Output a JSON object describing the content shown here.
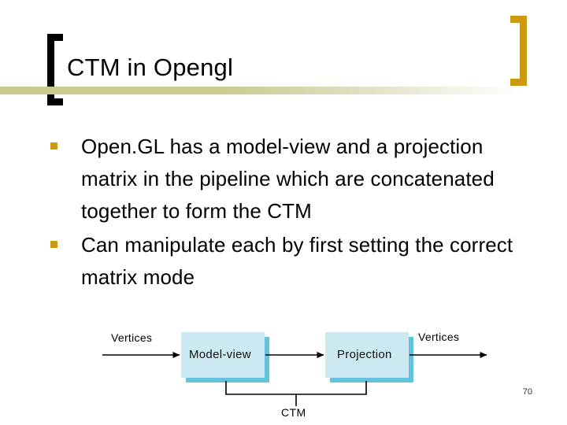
{
  "slide": {
    "title": "CTM in Opengl",
    "page_number": "70",
    "background_color": "#ffffff"
  },
  "decorations": {
    "bracket_left_color": "#000000",
    "bracket_right_color": "#cc9a11",
    "title_rule_color": "#c9c98e",
    "bullet_marker_color": "#cc9a11"
  },
  "body": {
    "bullets": [
      {
        "text": "Open.GL has a model-view and a projection matrix in the pipeline which are concatenated together to form the CTM"
      },
      {
        "text": "Can manipulate each by first setting the correct matrix mode"
      }
    ]
  },
  "diagram": {
    "type": "pipeline-flow",
    "box_fill_color": "#cde9f2",
    "box_shadow_color": "#62c3de",
    "boxes": [
      {
        "label": "Model-view"
      },
      {
        "label": "Projection"
      }
    ],
    "input_label": "Vertices",
    "output_label": "Vertices",
    "brace_label": "CTM"
  }
}
